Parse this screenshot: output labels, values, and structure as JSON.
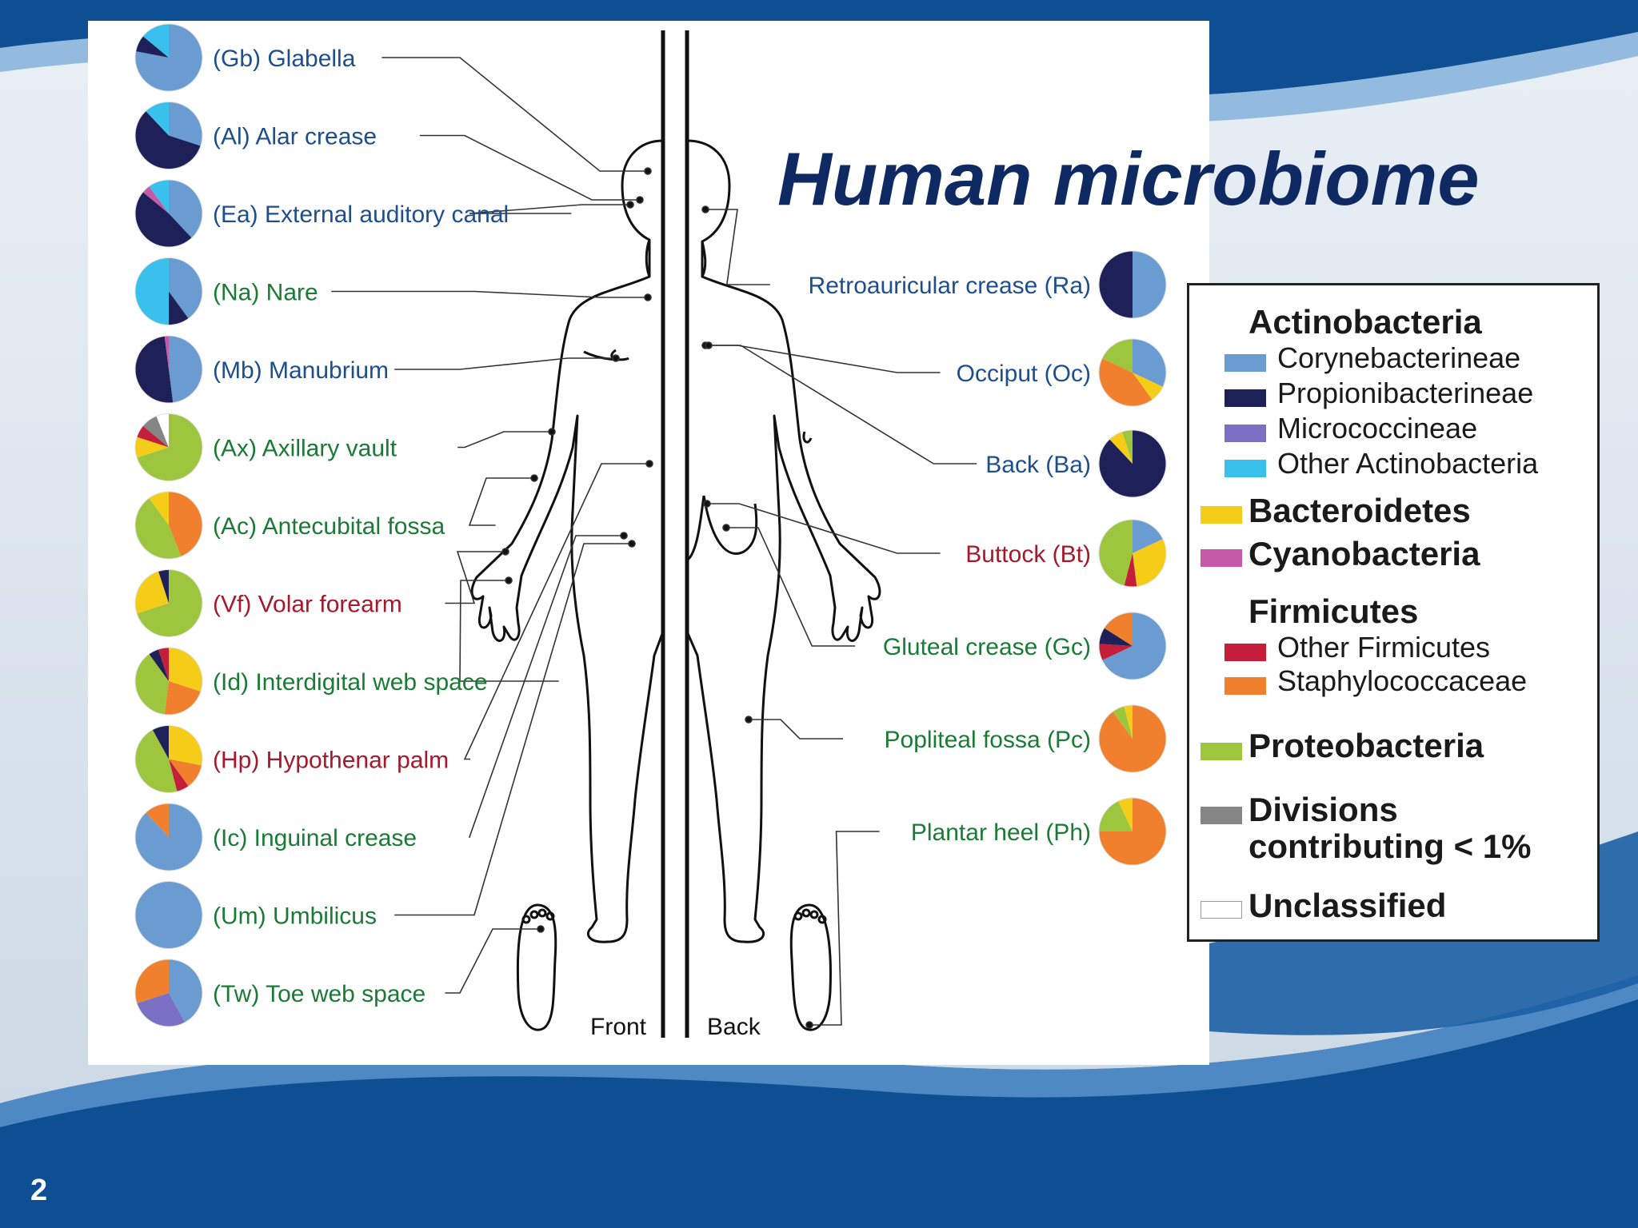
{
  "slide": {
    "title": "Human microbiome",
    "page_number": "2"
  },
  "colors": {
    "Corynebacterineae": "#6a9bd1",
    "Propionibacterineae": "#1d2157",
    "Micrococcineae": "#7a71c4",
    "Other Actinobacteria": "#3ac0ec",
    "Bacteroidetes": "#f5cc17",
    "Cyanobacteria": "#c75aa8",
    "Other Firmicutes": "#c41e3a",
    "Staphylococcaceae": "#f0802e",
    "Proteobacteria": "#9dc63e",
    "Divisions contributing < 1%": "#858585",
    "Unclassified": "#ffffff",
    "label_green": "#1a7a36",
    "label_blue": "#1f4e8c",
    "label_red": "#a4192b"
  },
  "diagram": {
    "front_label": "Front",
    "back_label": "Back",
    "sites_left": [
      {
        "label": "(Gb) Glabella",
        "color": "blue",
        "pie": {
          "Corynebacterineae": 78,
          "Propionibacterineae": 8,
          "Other Actinobacteria": 14
        }
      },
      {
        "label": "(Al) Alar crease",
        "color": "blue",
        "pie": {
          "Corynebacterineae": 30,
          "Propionibacterineae": 58,
          "Other Actinobacteria": 12
        }
      },
      {
        "label": "(Ea) External auditory canal",
        "color": "blue",
        "pie": {
          "Corynebacterineae": 38,
          "Propionibacterineae": 48,
          "Cyanobacteria": 4,
          "Other Actinobacteria": 10
        }
      },
      {
        "label": "(Na) Nare",
        "color": "green",
        "pie": {
          "Corynebacterineae": 40,
          "Propionibacterineae": 10,
          "Other Actinobacteria": 50
        }
      },
      {
        "label": "(Mb) Manubrium",
        "color": "blue",
        "pie": {
          "Corynebacterineae": 48,
          "Propionibacterineae": 50,
          "Cyanobacteria": 2
        }
      },
      {
        "label": "(Ax) Axillary vault",
        "color": "green",
        "pie": {
          "Proteobacteria": 70,
          "Bacteroidetes": 10,
          "Other Firmicutes": 6,
          "Divisions contributing < 1%": 8,
          "Unclassified": 6
        }
      },
      {
        "label": "(Ac) Antecubital fossa",
        "color": "green",
        "pie": {
          "Staphylococcaceae": 44,
          "Proteobacteria": 46,
          "Bacteroidetes": 10
        }
      },
      {
        "label": "(Vf) Volar forearm",
        "color": "red",
        "pie": {
          "Proteobacteria": 70,
          "Bacteroidetes": 25,
          "Propionibacterineae": 5
        }
      },
      {
        "label": "(Id) Interdigital web space",
        "color": "green",
        "pie": {
          "Bacteroidetes": 30,
          "Staphylococcaceae": 22,
          "Proteobacteria": 38,
          "Propionibacterineae": 5,
          "Other Firmicutes": 5
        }
      },
      {
        "label": "(Hp) Hypothenar palm",
        "color": "red",
        "pie": {
          "Bacteroidetes": 28,
          "Staphylococcaceae": 12,
          "Other Firmicutes": 6,
          "Proteobacteria": 46,
          "Propionibacterineae": 8
        }
      },
      {
        "label": "(Ic) Inguinal crease",
        "color": "green",
        "pie": {
          "Corynebacterineae": 88,
          "Staphylococcaceae": 12
        }
      },
      {
        "label": "(Um) Umbilicus",
        "color": "green",
        "pie": {
          "Corynebacterineae": 100
        }
      },
      {
        "label": "(Tw) Toe web space",
        "color": "green",
        "pie": {
          "Corynebacterineae": 42,
          "Micrococcineae": 28,
          "Staphylococcaceae": 30
        }
      }
    ],
    "sites_right": [
      {
        "label": "Retroauricular crease (Ra)",
        "color": "blue",
        "pie": {
          "Corynebacterineae": 50,
          "Propionibacterineae": 50
        }
      },
      {
        "label": "Occiput (Oc)",
        "color": "blue",
        "pie": {
          "Corynebacterineae": 32,
          "Bacteroidetes": 8,
          "Staphylococcaceae": 42,
          "Proteobacteria": 18
        }
      },
      {
        "label": "Back (Ba)",
        "color": "blue",
        "pie": {
          "Propionibacterineae": 88,
          "Bacteroidetes": 7,
          "Proteobacteria": 5
        }
      },
      {
        "label": "Buttock (Bt)",
        "color": "red",
        "pie": {
          "Corynebacterineae": 18,
          "Bacteroidetes": 30,
          "Other Firmicutes": 6,
          "Proteobacteria": 46
        }
      },
      {
        "label": "Gluteal crease (Gc)",
        "color": "green",
        "pie": {
          "Corynebacterineae": 68,
          "Other Firmicutes": 8,
          "Propionibacterineae": 8,
          "Staphylococcaceae": 16
        }
      },
      {
        "label": "Popliteal fossa (Pc)",
        "color": "green",
        "pie": {
          "Staphylococcaceae": 90,
          "Proteobacteria": 6,
          "Bacteroidetes": 4
        }
      },
      {
        "label": "Plantar heel (Ph)",
        "color": "green",
        "pie": {
          "Staphylococcaceae": 75,
          "Proteobacteria": 18,
          "Bacteroidetes": 7
        }
      }
    ]
  },
  "legend": {
    "groups": [
      {
        "label": "Actinobacteria",
        "items": [
          "Corynebacterineae",
          "Propionibacterineae",
          "Micrococcineae",
          "Other Actinobacteria"
        ]
      },
      {
        "label": "Bacteroidetes",
        "swatch": true
      },
      {
        "label": "Cyanobacteria",
        "swatch": true
      },
      {
        "label": "Firmicutes",
        "items": [
          "Other Firmicutes",
          "Staphylococcaceae"
        ]
      },
      {
        "label": "Proteobacteria",
        "swatch": true
      },
      {
        "label": "Divisions contributing < 1%",
        "line1": "Divisions",
        "line2": "contributing < 1%",
        "swatch": true
      },
      {
        "label": "Unclassified",
        "swatch": true
      }
    ]
  }
}
